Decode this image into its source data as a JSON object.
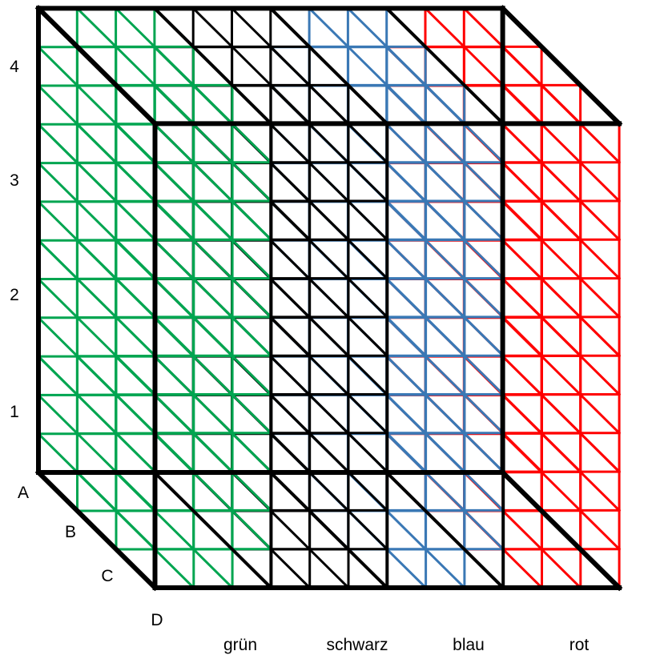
{
  "colors": {
    "green": "#00a550",
    "black": "#000000",
    "blue": "#3a78b5",
    "red": "#ff0000"
  },
  "groups": [
    {
      "label": "grün",
      "color": "green"
    },
    {
      "label": "schwarz",
      "color": "black"
    },
    {
      "label": "blau",
      "color": "blue"
    },
    {
      "label": "rot",
      "color": "red"
    }
  ],
  "levels": [
    "1",
    "2",
    "3",
    "4"
  ],
  "depth_labels": [
    "A",
    "B",
    "C",
    "D"
  ]
}
